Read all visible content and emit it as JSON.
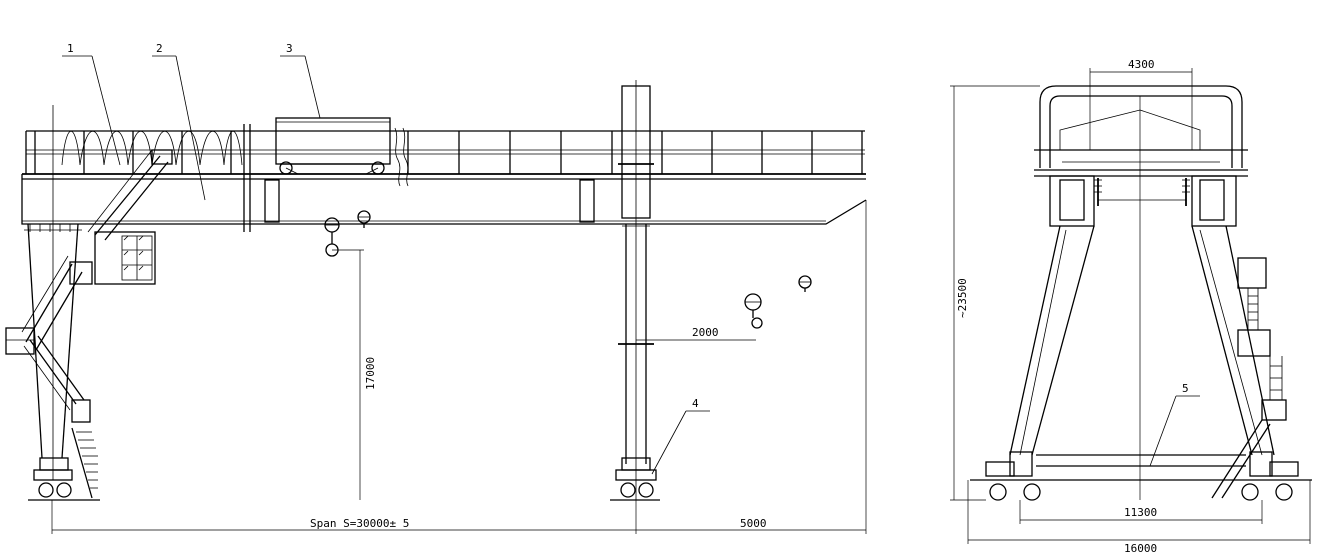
{
  "callouts": [
    {
      "id": "1",
      "text": "1"
    },
    {
      "id": "2",
      "text": "2"
    },
    {
      "id": "3",
      "text": "3"
    },
    {
      "id": "4",
      "text": "4"
    },
    {
      "id": "5",
      "text": "5"
    }
  ],
  "dimensions": {
    "height_17000": "17000",
    "offset_2000": "2000",
    "span": "Span S=30000± 5",
    "cantilever": "5000",
    "top_4300": "4300",
    "total_height": "~23500",
    "base_11300": "11300",
    "base_16000": "16000"
  },
  "colors": {
    "line": "#000000",
    "background": "#ffffff"
  }
}
